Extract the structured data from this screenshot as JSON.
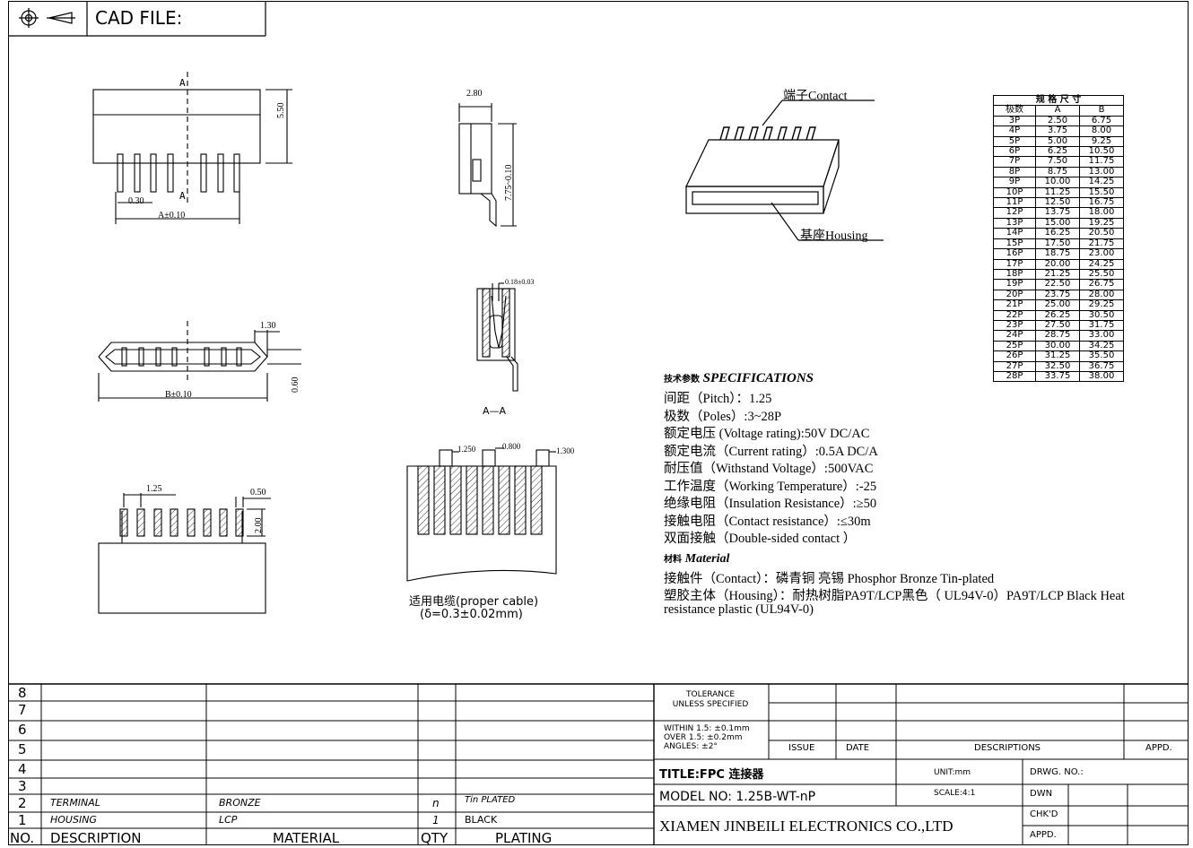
{
  "header": {
    "cad_label": "CAD FILE:"
  },
  "drawing": {
    "top_view": {
      "label_a_top": "A",
      "label_a_bottom": "A",
      "dim_height": "5.50",
      "dim_pin": "0.30",
      "dim_width": "A±0.10"
    },
    "side_view": {
      "dim_depth": "2.80",
      "dim_height": "7.75~0.10"
    },
    "iso_view": {
      "contact_label": "端子Contact",
      "housing_label": "基座Housing"
    },
    "front_view": {
      "dim_edge": "1.30",
      "dim_width": "B±0.10",
      "dim_height": "0.60"
    },
    "section_view": {
      "dim_thickness": "0.18±0.03",
      "section_label": "A—A"
    },
    "bottom_view": {
      "dim_pitch": "1.25",
      "dim_pin": "0.50",
      "dim_height": "2.00"
    },
    "cable_view": {
      "dim_1": "1.250",
      "dim_2": "0.800",
      "dim_3": "1.300",
      "caption_line1": "适用电缆(proper cable)",
      "caption_line2": "(δ=0.3±0.02mm)"
    }
  },
  "dims_table": {
    "title": "规 格 尺 寸",
    "headers": [
      "极数",
      "A",
      "B"
    ],
    "rows": [
      [
        "3P",
        "2.50",
        "6.75"
      ],
      [
        "4P",
        "3.75",
        "8.00"
      ],
      [
        "5P",
        "5.00",
        "9.25"
      ],
      [
        "6P",
        "6.25",
        "10.50"
      ],
      [
        "7P",
        "7.50",
        "11.75"
      ],
      [
        "8P",
        "8.75",
        "13.00"
      ],
      [
        "9P",
        "10.00",
        "14.25"
      ],
      [
        "10P",
        "11.25",
        "15.50"
      ],
      [
        "11P",
        "12.50",
        "16.75"
      ],
      [
        "12P",
        "13.75",
        "18.00"
      ],
      [
        "13P",
        "15.00",
        "19.25"
      ],
      [
        "14P",
        "16.25",
        "20.50"
      ],
      [
        "15P",
        "17.50",
        "21.75"
      ],
      [
        "16P",
        "18.75",
        "23.00"
      ],
      [
        "17P",
        "20.00",
        "24.25"
      ],
      [
        "18P",
        "21.25",
        "25.50"
      ],
      [
        "19P",
        "22.50",
        "26.75"
      ],
      [
        "20P",
        "23.75",
        "28.00"
      ],
      [
        "21P",
        "25.00",
        "29.25"
      ],
      [
        "22P",
        "26.25",
        "30.50"
      ],
      [
        "23P",
        "27.50",
        "31.75"
      ],
      [
        "24P",
        "28.75",
        "33.00"
      ],
      [
        "25P",
        "30.00",
        "34.25"
      ],
      [
        "26P",
        "31.25",
        "35.50"
      ],
      [
        "27P",
        "32.50",
        "36.75"
      ],
      [
        "28P",
        "33.75",
        "38.00"
      ]
    ]
  },
  "specifications": {
    "heading_cn": "技术参数",
    "heading": "SPECIFICATIONS",
    "lines": [
      "间距（Pitch）：1.25",
      "极数（Poles）:3~28P",
      "额定电压 (Voltage rating):50V DC/AC",
      "额定电流（Current rating）:0.5A DC/A",
      "耐压值（Withstand Voltage）:500VAC",
      "工作温度（Working Temperature）:-25",
      "绝缘电阻（Insulation Resistance）:≥50",
      "接触电阻（Contact  resistance）:≤30m",
      "双面接触（Double-sided contact ）"
    ],
    "material_heading_cn": "材料",
    "material_heading": "Material",
    "material_lines": [
      "接触件（Contact）：磷青铜  亮锡 Phosphor Bronze Tin-plated",
      "塑胶主体（Housing）：耐热树脂PA9T/LCP黑色（ UL94V-0）PA9T/LCP Black  Heat",
      "resistance plastic (UL94V-0)"
    ]
  },
  "bom": {
    "row_numbers": [
      "8",
      "7",
      "6",
      "5",
      "4",
      "3",
      "2",
      "1"
    ],
    "rows": [
      {
        "no": "2",
        "description": "TERMINAL",
        "material": "BRONZE",
        "qty": "n",
        "plating": "Tin PLATED"
      },
      {
        "no": "1",
        "description": "HOUSING",
        "material": "LCP",
        "qty": "1",
        "plating": "BLACK"
      }
    ],
    "headers": {
      "no": "NO.",
      "description": "DESCRIPTION",
      "material": "MATERIAL",
      "qty": "QTY",
      "plating": "PLATING"
    }
  },
  "title_block": {
    "tolerance_title": "TOLERANCE\nUNLESS SPECIFIED",
    "tolerance_line1": "WITHIN 1.5: ±0.1mm",
    "tolerance_line2": "OVER 1.5:  ±0.2mm",
    "tolerance_line3": "ANGLES: ±2°",
    "issue": "ISSUE",
    "date": "DATE",
    "descriptions": "DESCRIPTIONS",
    "appd": "APPD.",
    "title": "TITLE:FPC 连接器",
    "unit": "UNIT:mm",
    "drwg_no": "DRWG. NO.:",
    "model": "MODEL NO: 1.25B-WT-nP",
    "scale": "SCALE:4:1",
    "dwn": "DWN",
    "chkd": "CHK'D",
    "company": "XIAMEN JINBEILI ELECTRONICS CO.,LTD",
    "appd2": "APPD."
  }
}
